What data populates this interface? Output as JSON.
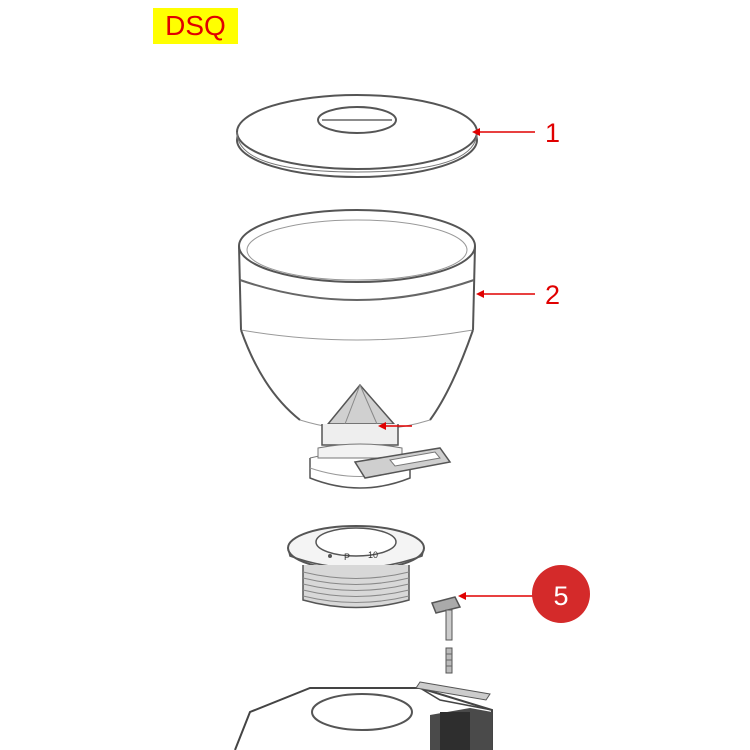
{
  "tag": "DSQ",
  "callouts": [
    {
      "label": "1"
    },
    {
      "label": "2"
    },
    {
      "label": "5"
    }
  ],
  "colors": {
    "accent": "#e00000",
    "callout_circle": "#d42a2a",
    "tag_background": "#ffff00",
    "line": "#444444"
  },
  "dial_marks": [
    "P",
    "10"
  ],
  "icons": [
    "hopper-lid",
    "bean-hopper",
    "throat-adapter",
    "locking-pin",
    "grinder-base"
  ]
}
